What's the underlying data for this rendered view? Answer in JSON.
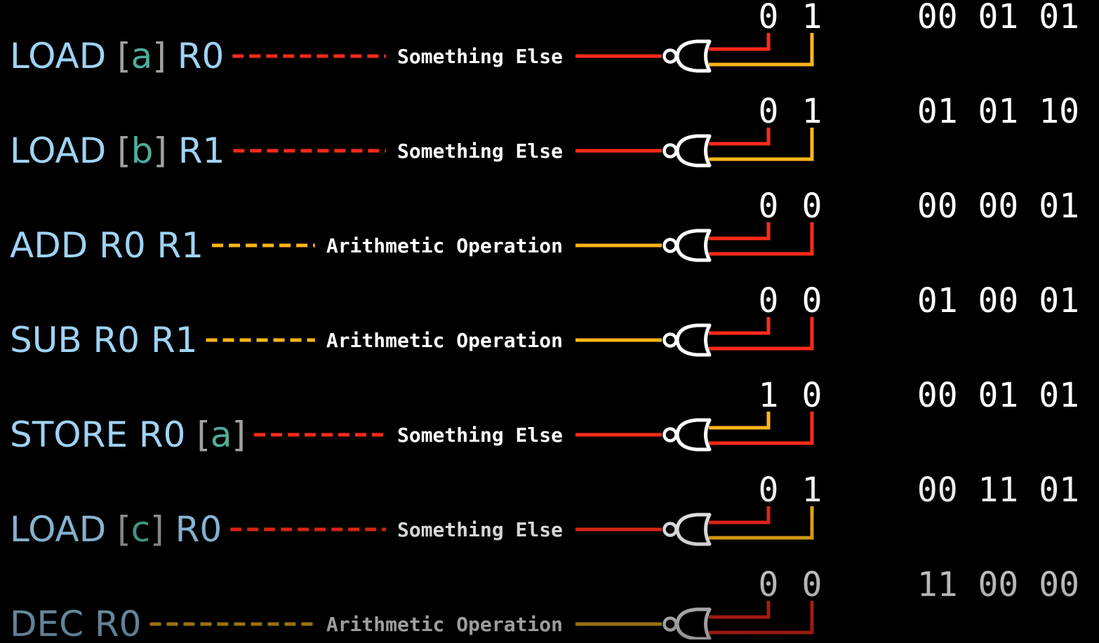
{
  "colors": {
    "red": "#ff2a1a",
    "yellow": "#ffb619",
    "gate": "#ffffff",
    "opcode": "#9fd3f5",
    "variable": "#4eaf9b",
    "bracket": "#a0a0a0"
  },
  "rows": [
    {
      "instruction": [
        {
          "t": "LOAD ",
          "c": "op"
        },
        {
          "t": "[",
          "c": "br"
        },
        {
          "t": "a",
          "c": "var"
        },
        {
          "t": "]",
          "c": "br"
        },
        {
          "t": " R0",
          "c": "op"
        }
      ],
      "category": "Something Else",
      "kind": "other",
      "bits": [
        "0",
        "1"
      ],
      "code": "00 01 01"
    },
    {
      "instruction": [
        {
          "t": "LOAD ",
          "c": "op"
        },
        {
          "t": "[",
          "c": "br"
        },
        {
          "t": "b",
          "c": "var"
        },
        {
          "t": "]",
          "c": "br"
        },
        {
          "t": " R1",
          "c": "op"
        }
      ],
      "category": "Something Else",
      "kind": "other",
      "bits": [
        "0",
        "1"
      ],
      "code": "01 01 10"
    },
    {
      "instruction": [
        {
          "t": "ADD R0 R1",
          "c": "op"
        }
      ],
      "category": "Arithmetic Operation",
      "kind": "arith",
      "bits": [
        "0",
        "0"
      ],
      "code": "00 00 01"
    },
    {
      "instruction": [
        {
          "t": "SUB R0 R1",
          "c": "op"
        }
      ],
      "category": "Arithmetic Operation",
      "kind": "arith",
      "bits": [
        "0",
        "0"
      ],
      "code": "01 00 01"
    },
    {
      "instruction": [
        {
          "t": "STORE R0 ",
          "c": "op"
        },
        {
          "t": "[",
          "c": "br"
        },
        {
          "t": "a",
          "c": "var"
        },
        {
          "t": "]",
          "c": "br"
        }
      ],
      "category": "Something Else",
      "kind": "other",
      "bits": [
        "1",
        "0"
      ],
      "code": "00 01 01"
    },
    {
      "instruction": [
        {
          "t": "LOAD ",
          "c": "op"
        },
        {
          "t": "[",
          "c": "br"
        },
        {
          "t": "c",
          "c": "var"
        },
        {
          "t": "]",
          "c": "br"
        },
        {
          "t": " R0",
          "c": "op"
        }
      ],
      "category": "Something Else",
      "kind": "other",
      "bits": [
        "0",
        "1"
      ],
      "code": "00 11 01"
    },
    {
      "instruction": [
        {
          "t": "DEC R0",
          "c": "op"
        }
      ],
      "category": "Arithmetic Operation",
      "kind": "arith",
      "bits": [
        "0",
        "0"
      ],
      "code": "11 00 00"
    }
  ]
}
